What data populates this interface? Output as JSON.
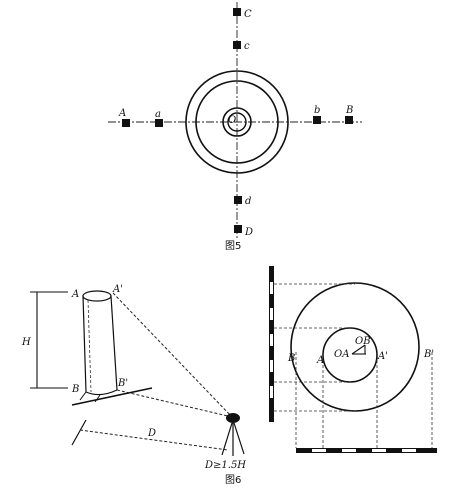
{
  "fig5": {
    "caption": "图5",
    "labels": {
      "C_upper": "C",
      "c_lower": "c",
      "A_upper": "A",
      "a_lower": "a",
      "b_lower": "b",
      "B_upper": "B",
      "d_lower": "d",
      "D_upper": "D",
      "center": "O"
    }
  },
  "fig6": {
    "caption": "图6",
    "labels": {
      "A": "A",
      "A_prime": "A'",
      "B": "B",
      "B_prime": "B'",
      "H": "H",
      "D": "D",
      "condition": "D≥1.5H",
      "plan_B": "B",
      "plan_A": "A",
      "plan_OA": "OA",
      "plan_OB": "OB",
      "plan_A_prime": "A'",
      "plan_B_prime": "B'"
    }
  }
}
